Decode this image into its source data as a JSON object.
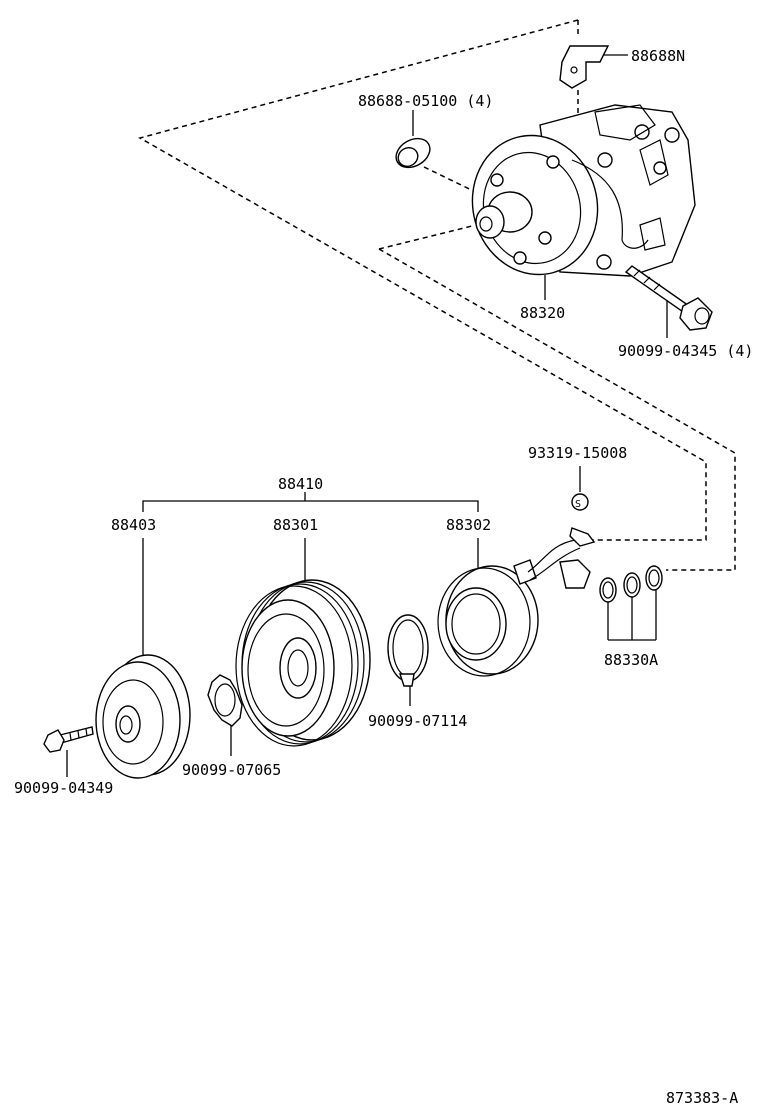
{
  "labels": {
    "bracket": "88688N",
    "bearing": "88688-05100 (4)",
    "compressor": "88320",
    "compressor_bolt": "90099-04345 (4)",
    "clutch_assy": "88410",
    "pressure_plate": "88403",
    "pulley": "88301",
    "stator": "88302",
    "sensor_clip": "93319-15008",
    "snap_ring": "90099-07114",
    "shim_set": "88330A",
    "shim": "90099-07065",
    "plate_bolt": "90099-04349",
    "figure_id": "873383-A"
  },
  "symbols": {
    "s_mark": "S"
  }
}
